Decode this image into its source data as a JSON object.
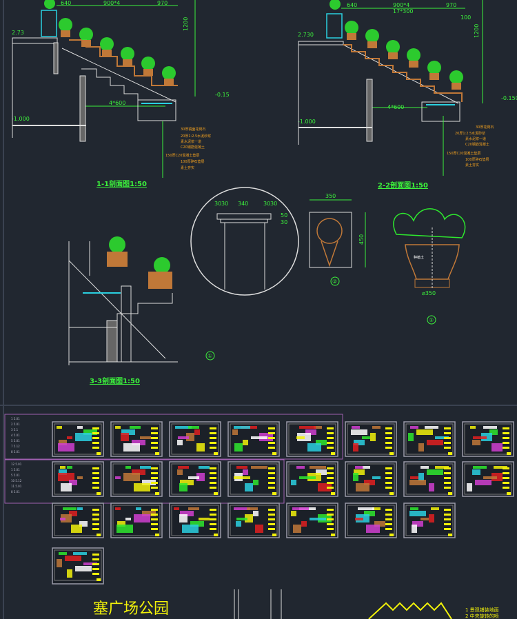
{
  "section_1": {
    "title": "1-1剖面图1:50",
    "dims": [
      "640",
      "900*4",
      "970",
      "1200",
      "4*600"
    ],
    "levels": [
      "2.73",
      "-0.15",
      "-1.000"
    ],
    "notes": [
      "30厚镜面花岗石",
      "20厚1:2.5水泥砂浆",
      "素水泥浆一道",
      "C20钢筋混凝土",
      "150厚C20混凝土垫层",
      "100厚碎石垫层",
      "素土夯实"
    ]
  },
  "section_2": {
    "title": "2-2剖面图1:50",
    "dims": [
      "640",
      "900*4",
      "970",
      "17*300",
      "100",
      "1200",
      "4*600"
    ],
    "levels": [
      "2.730",
      "-0.150",
      "-1.000"
    ],
    "notes": [
      "30厚花岗石",
      "20厚1:2.5水泥砂浆",
      "素水泥浆一道",
      "C20钢筋混凝土",
      "150厚C20混凝土垫层",
      "100厚碎石垫层",
      "素土夯实"
    ]
  },
  "section_3": {
    "title": "3-3剖面图1:50",
    "marker": "①"
  },
  "detail_cap": {
    "dims": [
      "30",
      "30",
      "340",
      "30",
      "30"
    ],
    "side_dims": [
      "50",
      "30"
    ]
  },
  "detail_lion": {
    "width": "350",
    "height": "450",
    "marker": "②"
  },
  "detail_pot": {
    "diameter": "⌀350",
    "soil": "种植土",
    "marker": "①"
  },
  "sheet_index": {
    "group_1": [
      "1  5.01",
      "2  5.01",
      "3  5.1",
      "4  5.01",
      "5  5.01",
      "7  5.12",
      "8  5.01"
    ],
    "group_2": [
      "12  5.01",
      "1  5.01",
      "5  5.01",
      "10  5.12",
      "11  5.01",
      "8  5.01"
    ]
  },
  "sheets_count": 24,
  "footer": {
    "title": "塞广场公园",
    "notes": [
      "1 景观铺装地面",
      "2 中央旋转的喷"
    ]
  },
  "colors": {
    "background": "#212730",
    "dim_green": "#3cf23c",
    "label_orange": "#f0a020",
    "line_white": "#e6e6e6",
    "plant_green": "#2ee82e",
    "pot_brown": "#c07838",
    "water_cyan": "#2ad0e0",
    "sheet_yellow": "#f2f20a"
  }
}
